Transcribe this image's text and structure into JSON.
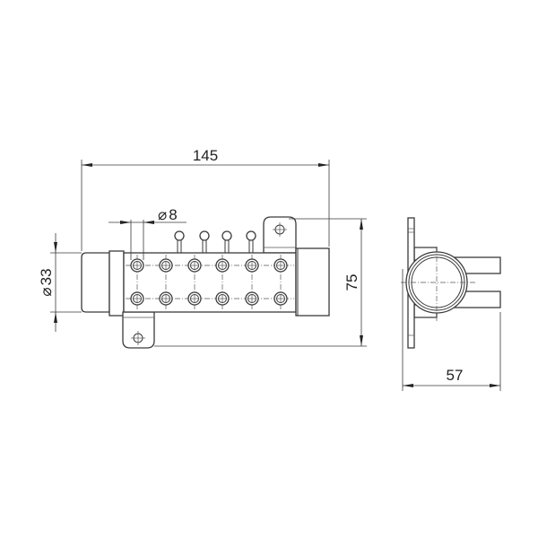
{
  "drawing": {
    "type": "technical-drawing",
    "subject": "multi-port pipe fitting with mounting tabs",
    "views": [
      "front-view",
      "side-view"
    ]
  },
  "dimensions": {
    "overall_length": "145",
    "port_diameter_symbol": "⌀",
    "port_diameter": "8",
    "pipe_diameter_symbol": "⌀",
    "pipe_diameter": "33",
    "overall_height": "75",
    "overall_depth": "57"
  },
  "front_view": {
    "hole_columns": 6,
    "hole_rows": 2,
    "studs": 4
  },
  "colors": {
    "line": "#3a3a3a",
    "background": "#ffffff"
  }
}
